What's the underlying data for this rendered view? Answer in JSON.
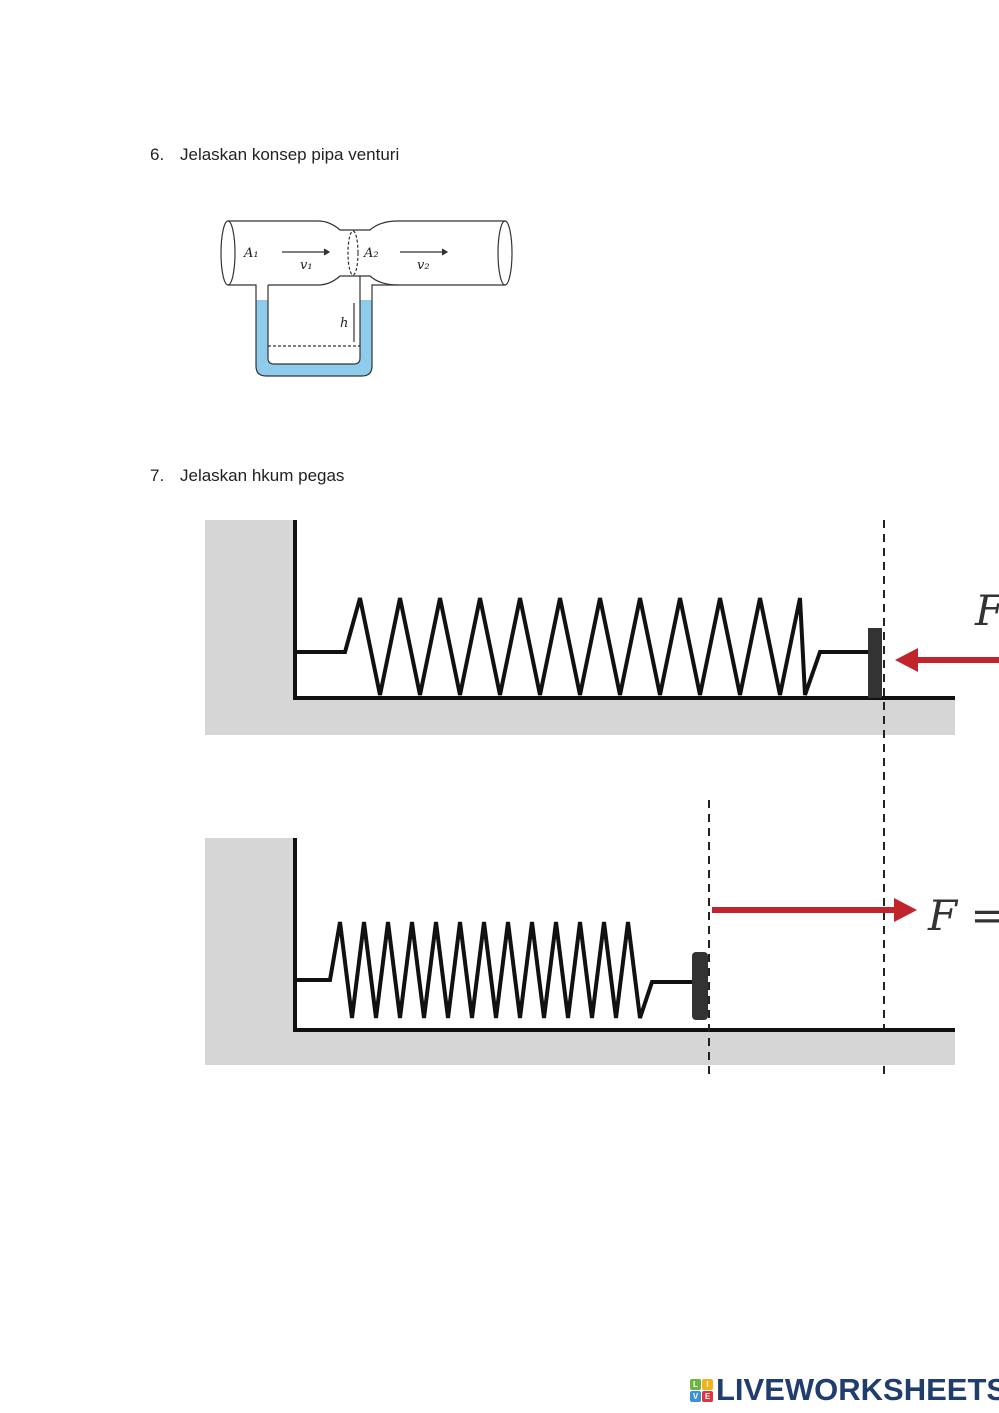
{
  "questions": [
    {
      "number": "6.",
      "text": "Jelaskan konsep pipa venturi"
    },
    {
      "number": "7.",
      "text": "Jelaskan hkum pegas"
    }
  ],
  "venturi_labels": {
    "a1": "A₁",
    "v1": "v₁",
    "a2": "A₂",
    "v2": "v₂",
    "h": "h"
  },
  "spring_labels": {
    "force_top": "F",
    "force_bottom": "F ="
  },
  "logo": {
    "tiles": [
      "L",
      "I",
      "V",
      "E"
    ],
    "text": "LIVEWORKSHEETS"
  },
  "colors": {
    "water": "#8fcbea",
    "arrow": "#c0252d",
    "logo": "#1f3e6e"
  }
}
